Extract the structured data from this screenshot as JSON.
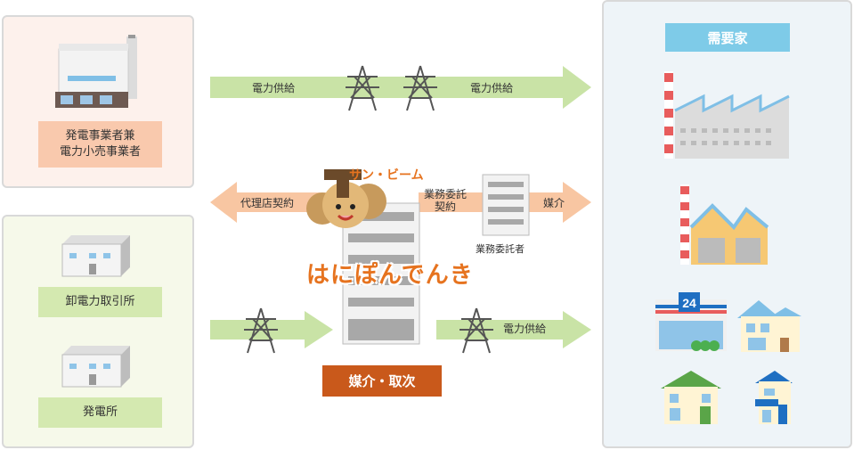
{
  "generator_retailer": {
    "label": "発電事業者兼\n電力小売事業者"
  },
  "exchange": {
    "label": "卸電力取引所"
  },
  "power_plant": {
    "label": "発電所"
  },
  "customers": {
    "title": "需要家"
  },
  "arrows": {
    "supply_left": "電力供給",
    "supply_right": "電力供給",
    "agency_contract": "代理店契約",
    "outsourcing_contract": "業務委託\n契約",
    "mediation": "媒介",
    "supply_bottom": "電力供給"
  },
  "sunbeam": {
    "label": "サン・ビーム"
  },
  "contractor": {
    "label": "業務委託者"
  },
  "brand": {
    "label": "はにぽんでんき"
  },
  "mediation_badge": {
    "label": "媒介・取次"
  },
  "colors": {
    "arrow_green": "#c9e3a6",
    "arrow_orange": "#f8c6a2",
    "badge": "#c9591b",
    "brand_orange": "#e6731f",
    "customer_title": "#7ecbe8"
  }
}
